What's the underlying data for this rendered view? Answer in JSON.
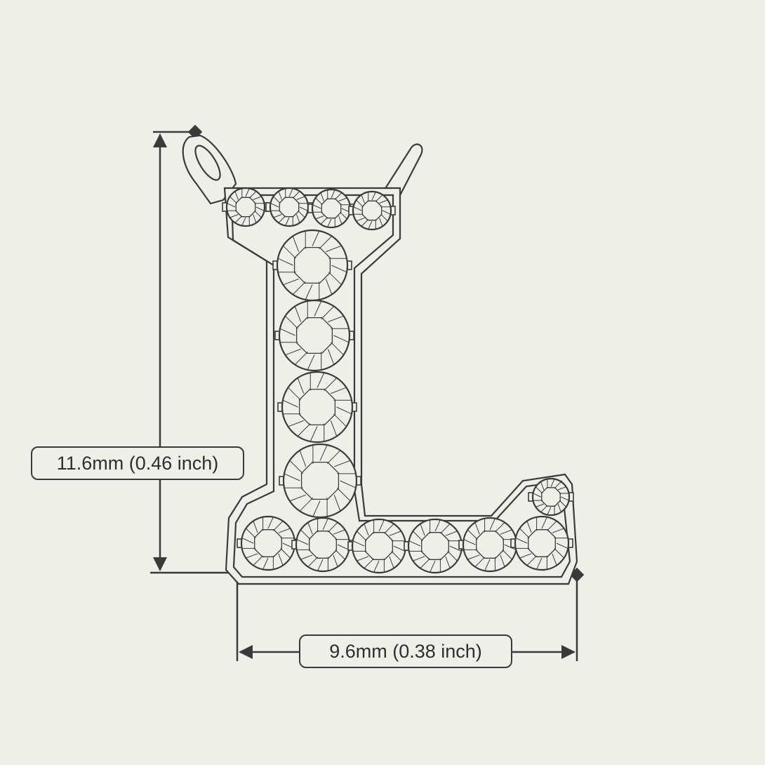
{
  "dimensions": {
    "height": "11.6mm (0.46 inch)",
    "width": "9.6mm (0.38 inch)"
  },
  "colors": {
    "background": "#efefe9",
    "line": "#3a3a3a"
  },
  "subject": {
    "letter_shape": "L",
    "stone_count": 15
  }
}
